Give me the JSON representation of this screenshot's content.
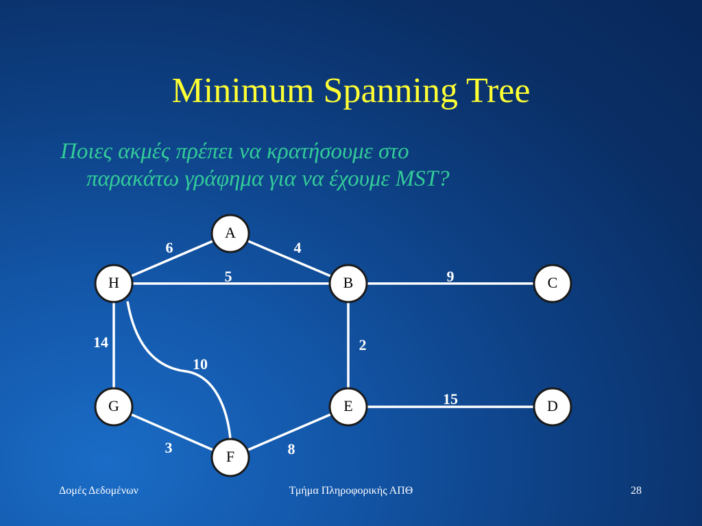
{
  "slide": {
    "title": "Minimum Spanning Tree",
    "question_line1": "Ποιες ακμές πρέπει να κρατήσουμε στο",
    "question_line2": "παρακάτω γράφημα για να έχουμε MST?"
  },
  "graph": {
    "nodes": [
      {
        "id": "A",
        "label": "A"
      },
      {
        "id": "B",
        "label": "B"
      },
      {
        "id": "C",
        "label": "C"
      },
      {
        "id": "D",
        "label": "D"
      },
      {
        "id": "E",
        "label": "E"
      },
      {
        "id": "F",
        "label": "F"
      },
      {
        "id": "G",
        "label": "G"
      },
      {
        "id": "H",
        "label": "H"
      }
    ],
    "edges": [
      {
        "from": "H",
        "to": "A",
        "weight": "6"
      },
      {
        "from": "A",
        "to": "B",
        "weight": "4"
      },
      {
        "from": "H",
        "to": "B",
        "weight": "5"
      },
      {
        "from": "B",
        "to": "C",
        "weight": "9"
      },
      {
        "from": "H",
        "to": "G",
        "weight": "14"
      },
      {
        "from": "H",
        "to": "F",
        "weight": "10"
      },
      {
        "from": "B",
        "to": "E",
        "weight": "2"
      },
      {
        "from": "E",
        "to": "D",
        "weight": "15"
      },
      {
        "from": "G",
        "to": "F",
        "weight": "3"
      },
      {
        "from": "F",
        "to": "E",
        "weight": "8"
      }
    ]
  },
  "footer": {
    "left": "Δομές Δεδομένων",
    "center": "Τμήμα Πληροφορικής ΑΠΘ",
    "page": "28"
  },
  "colors": {
    "title": "#ffff33",
    "question": "#33cc99",
    "node_fill": "#ffffff",
    "edge": "#ffffff",
    "label": "#ffffff"
  }
}
